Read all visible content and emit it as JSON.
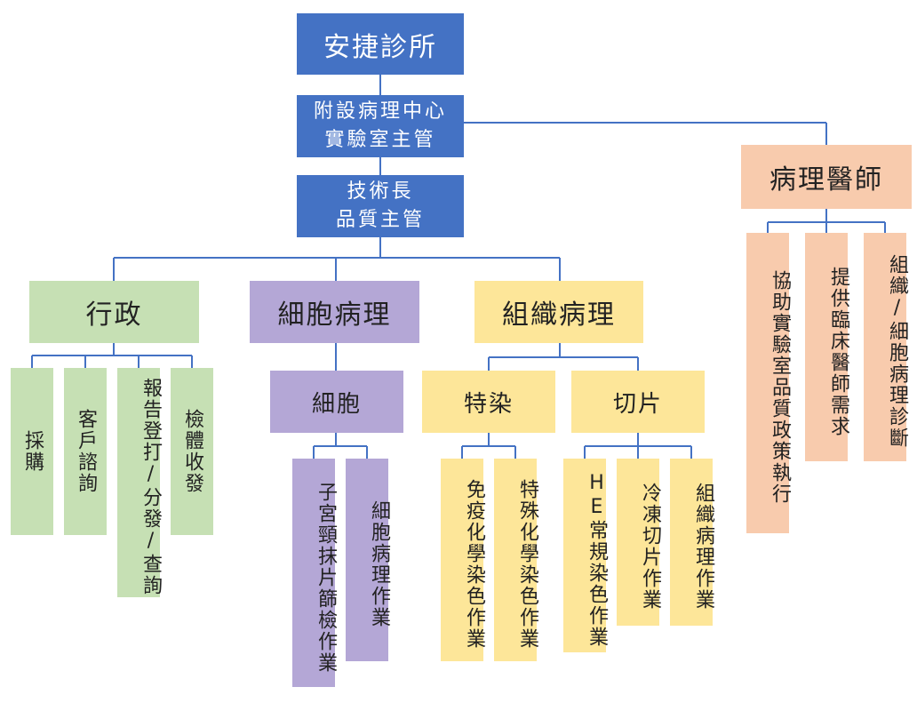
{
  "org": {
    "clinic": "安捷診所",
    "center_line1": "附設病理中心",
    "center_line2": "實驗室主管",
    "tech_line1": "技術長",
    "tech_line2": "品質主管",
    "pathologist": "病理醫師",
    "pathologist_duties": [
      "協助實驗室品質政策執行",
      "提供臨床醫師需求",
      "組織/細胞病理診斷"
    ],
    "admin": {
      "title": "行政",
      "items": [
        "採購",
        "客戶諮詢",
        "報告登打/分發/查詢",
        "檢體收發"
      ]
    },
    "cyto": {
      "title": "細胞病理",
      "sub": "細胞",
      "items": [
        "子宮頸抹片篩檢作業",
        "細胞病理作業"
      ]
    },
    "histo": {
      "title": "組織病理",
      "stain": {
        "title": "特染",
        "items": [
          "免疫化學染色作業",
          "特殊化學染色作業"
        ]
      },
      "slice": {
        "title": "切片",
        "items": [
          "HE常規染色作業",
          "冷凍切片作業",
          "組織病理作業"
        ]
      }
    }
  },
  "colors": {
    "blue": "#4472c4",
    "green": "#c6e0b4",
    "purple": "#b4a7d6",
    "yellow": "#fde699",
    "peach": "#f8cbad"
  }
}
